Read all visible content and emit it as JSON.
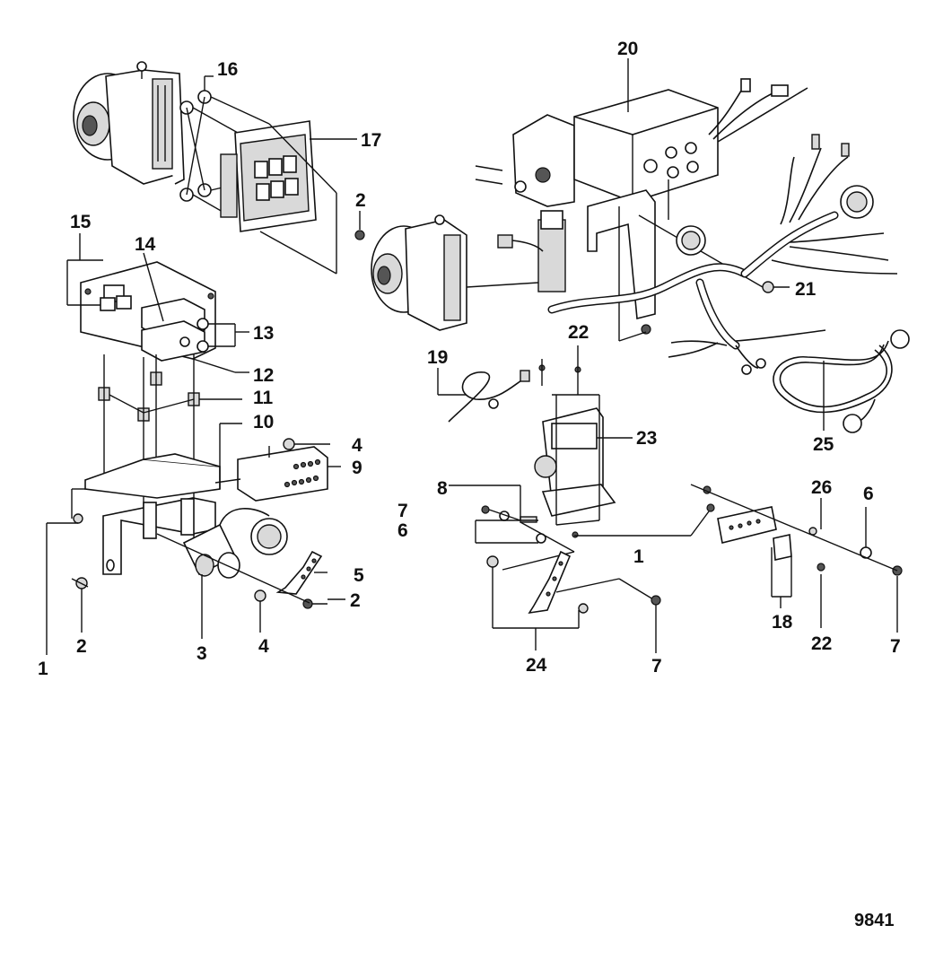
{
  "figure_number": "9841",
  "callouts": [
    {
      "id": "c1a",
      "text": "1"
    },
    {
      "id": "c1b",
      "text": "1"
    },
    {
      "id": "c2a",
      "text": "2"
    },
    {
      "id": "c2b",
      "text": "2"
    },
    {
      "id": "c2c",
      "text": "2"
    },
    {
      "id": "c3",
      "text": "3"
    },
    {
      "id": "c4a",
      "text": "4"
    },
    {
      "id": "c4b",
      "text": "4"
    },
    {
      "id": "c5",
      "text": "5"
    },
    {
      "id": "c6a",
      "text": "6"
    },
    {
      "id": "c6b",
      "text": "6"
    },
    {
      "id": "c7a",
      "text": "7"
    },
    {
      "id": "c7b",
      "text": "7"
    },
    {
      "id": "c7c",
      "text": "7"
    },
    {
      "id": "c8",
      "text": "8"
    },
    {
      "id": "c9",
      "text": "9"
    },
    {
      "id": "c10",
      "text": "10"
    },
    {
      "id": "c11",
      "text": "11"
    },
    {
      "id": "c12",
      "text": "12"
    },
    {
      "id": "c13",
      "text": "13"
    },
    {
      "id": "c14",
      "text": "14"
    },
    {
      "id": "c15",
      "text": "15"
    },
    {
      "id": "c16",
      "text": "16"
    },
    {
      "id": "c17",
      "text": "17"
    },
    {
      "id": "c18",
      "text": "18"
    },
    {
      "id": "c19",
      "text": "19"
    },
    {
      "id": "c20",
      "text": "20"
    },
    {
      "id": "c21",
      "text": "21"
    },
    {
      "id": "c22a",
      "text": "22"
    },
    {
      "id": "c22b",
      "text": "22"
    },
    {
      "id": "c23",
      "text": "23"
    },
    {
      "id": "c24",
      "text": "24"
    },
    {
      "id": "c25",
      "text": "25"
    },
    {
      "id": "c26",
      "text": "26"
    }
  ]
}
